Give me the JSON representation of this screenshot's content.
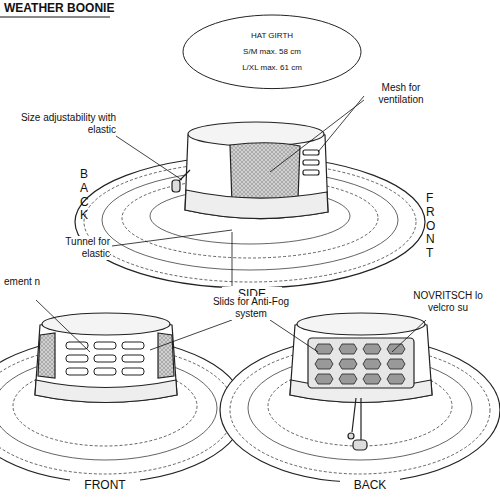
{
  "diagram": {
    "title": "WEATHER BOONIE",
    "nodes": [
      {
        "text": [
          "HAT GIRTH",
          "S/M max. 58 cm",
          "L/XL max. 61 cm"
        ]
      }
    ],
    "labels": [
      "Mesh for ventilation",
      "Size adjustability with elastic",
      "BACK",
      "FRONT",
      "Tunnel for elastic",
      "SIDE",
      "ement n",
      "NOVRITSCH lo velcro su",
      "Slids for Anti-Fog system",
      "FRONT",
      "BACK"
    ]
  }
}
